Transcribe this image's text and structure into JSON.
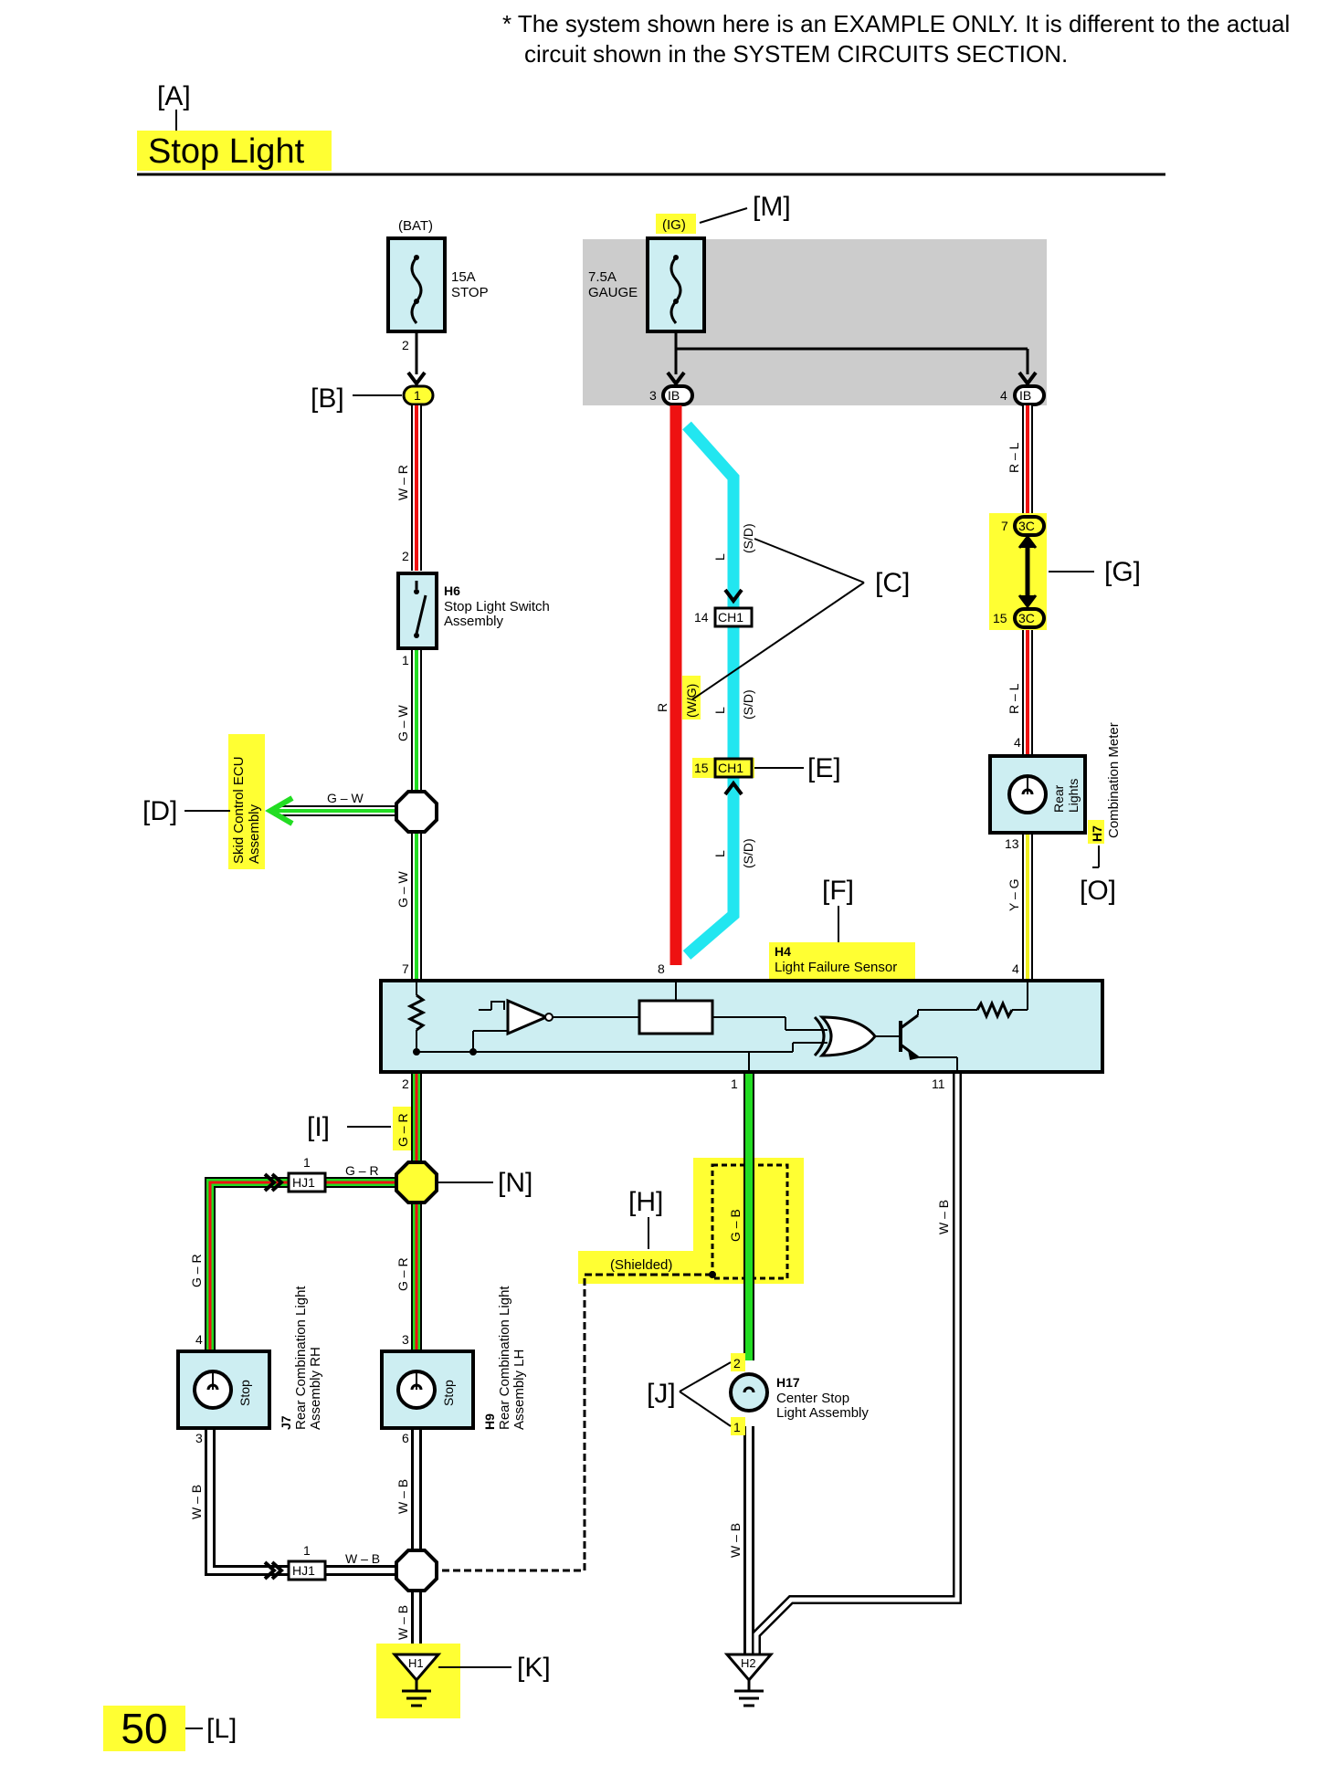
{
  "note": {
    "line1": "* The system shown here is an EXAMPLE ONLY. It is different to the actual",
    "line2": "circuit shown in the SYSTEM CIRCUITS SECTION."
  },
  "title": "Stop Light",
  "page_number": "50",
  "callouts": {
    "A": "[A]",
    "B": "[B]",
    "C": "[C]",
    "D": "[D]",
    "E": "[E]",
    "F": "[F]",
    "G": "[G]",
    "H": "[H]",
    "I": "[I]",
    "J": "[J]",
    "K": "[K]",
    "L": "[L]",
    "M": "[M]",
    "N": "[N]",
    "O": "[O]"
  },
  "power_sources": {
    "bat": "(BAT)",
    "ig": "(IG)"
  },
  "fuses": {
    "stop_rating": "15A",
    "stop_name": "STOP",
    "gauge_rating": "7.5A",
    "gauge_name": "GAUGE"
  },
  "connectors": {
    "ib": "IB",
    "c3": "3C",
    "ch1": "CH1",
    "hj1": "HJ1",
    "j1": "1",
    "ground_h1": "H1",
    "ground_h2": "H2"
  },
  "pins": {
    "stop_fuse_out": "2",
    "ib_left": "3",
    "ib_right": "4",
    "c3_top": "7",
    "c3_bottom": "15",
    "ch1_top": "14",
    "ch1_bottom": "15",
    "sw_in": "2",
    "sw_out": "1",
    "meter_in": "4",
    "meter_out": "13",
    "sensor_7": "7",
    "sensor_8": "8",
    "sensor_4": "4",
    "sensor_2": "2",
    "sensor_1": "1",
    "sensor_11": "11",
    "hj1_top": "1",
    "hj1_bottom": "1",
    "rh_in": "4",
    "rh_out": "3",
    "lh_in": "3",
    "lh_out": "6",
    "center_in": "2",
    "center_out": "1"
  },
  "wire_codes": {
    "w_r": "W – R",
    "r": "R",
    "r_l": "R – L",
    "l": "L",
    "sd": "(S/D)",
    "wg": "(W/G)",
    "g_w": "G – W",
    "y_g": "Y – G",
    "g_r": "G – R",
    "g_b": "G – B",
    "w_b": "W – B",
    "shielded": "(Shielded)"
  },
  "components": {
    "switch_code": "H6",
    "switch_name1": "Stop Light Switch",
    "switch_name2": "Assembly",
    "sensor_code": "H4",
    "sensor_name": "Light Failure Sensor",
    "meter_code": "H7",
    "meter_name": "Combination Meter",
    "meter_bulb1": "Rear",
    "meter_bulb2": "Lights",
    "ecu_line1": "Skid Control ECU",
    "ecu_line2": "Assembly",
    "rh_code": "J7",
    "rh_name1": "Rear Combination Light",
    "rh_name2": "Assembly RH",
    "rh_bulb": "Stop",
    "lh_code": "H9",
    "lh_name1": "Rear Combination Light",
    "lh_name2": "Assembly LH",
    "lh_bulb": "Stop",
    "center_code": "H17",
    "center_name1": "Center Stop",
    "center_name2": "Light Assembly"
  },
  "colors": {
    "highlight": "#ffff33",
    "red_wire": "#ee1111",
    "green_wire": "#22dd22",
    "cyan_wire": "#22e6f0",
    "yellow_wire": "#eeee22",
    "box_fill": "#cdeef2",
    "relay_zone": "#cccccc"
  }
}
